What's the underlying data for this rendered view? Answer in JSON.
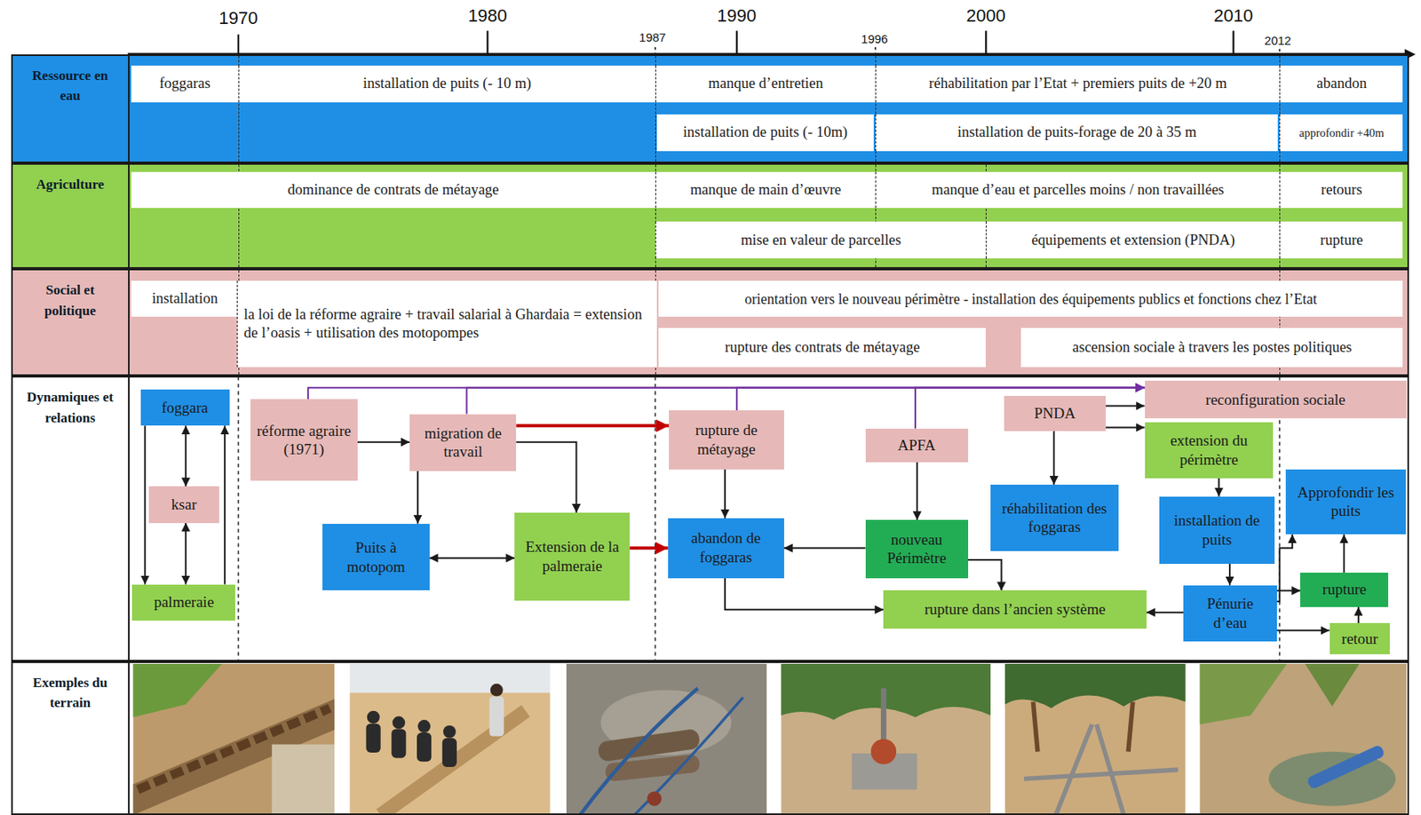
{
  "diagram": {
    "nodes": [
      {
        "text": [
          "Ressource en eau"
        ]
      },
      {
        "text": [
          "foggaras"
        ],
        "in": 0
      },
      {
        "text": [
          "installation de puits (- 10 m)"
        ],
        "in": 0
      },
      {
        "text": [
          "manque d’entretien"
        ],
        "in": 0
      },
      {
        "text": [
          "réhabilitation par l’Etat + premiers puits de +20 m"
        ],
        "in": 0
      },
      {
        "text": [
          "abandon"
        ],
        "in": 0
      },
      {
        "text": [
          "installation de puits (- 10m)"
        ],
        "in": 0
      },
      {
        "text": [
          "installation de puits-forage de 20 à 35 m"
        ],
        "in": 0
      },
      {
        "text": [
          "approfondir +40m"
        ],
        "in": 0
      },
      {
        "text": [
          "Agriculture"
        ]
      },
      {
        "text": [
          "dominance de contrats de métayage"
        ],
        "in": 9
      },
      {
        "text": [
          "manque de main d’œuvre"
        ],
        "in": 9
      },
      {
        "text": [
          "manque d’eau et parcelles moins / non travaillées"
        ],
        "in": 9
      },
      {
        "text": [
          "retours"
        ],
        "in": 9
      },
      {
        "text": [
          "mise en valeur de parcelles"
        ],
        "in": 9
      },
      {
        "text": [
          "équipements et extension (PNDA)"
        ],
        "in": 9
      },
      {
        "text": [
          "rupture"
        ],
        "in": 9
      },
      {
        "text": [
          "Social et politique"
        ]
      },
      {
        "text": [
          "installation"
        ],
        "in": 17
      },
      {
        "text": [
          "la loi de la réforme agraire + travail salarial à Ghardaia = extension de l’oasis + utilisation des motopompes"
        ],
        "in": 17
      },
      {
        "text": [
          "orientation vers le nouveau périmètre - installation des équipements publics et fonctions chez l’Etat"
        ],
        "in": 17
      },
      {
        "text": [
          "rupture des contrats de métayage"
        ],
        "in": 17
      },
      {
        "text": [
          "ascension sociale à travers les postes politiques"
        ],
        "in": 17
      },
      {
        "text": [
          "Dynamiques et relations"
        ]
      },
      {
        "text": [
          "foggara"
        ],
        "in": 23
      },
      {
        "text": [
          "ksar"
        ],
        "in": 23
      },
      {
        "text": [
          "palmeraie"
        ],
        "in": 23
      },
      {
        "text": [
          "réforme agraire (1971)"
        ],
        "in": 23
      },
      {
        "text": [
          "migration de travail"
        ],
        "in": 23
      },
      {
        "text": [
          "Puits à motopom"
        ],
        "in": 23
      },
      {
        "text": [
          "Extension de la palmeraie"
        ],
        "in": 23
      },
      {
        "text": [
          "rupture de métayage"
        ],
        "in": 23
      },
      {
        "text": [
          "abandon de foggaras"
        ],
        "in": 23
      },
      {
        "text": [
          "APFA"
        ],
        "in": 23
      },
      {
        "text": [
          "nouveau Périmètre"
        ],
        "in": 23
      },
      {
        "text": [
          "rupture dans l’ancien système"
        ],
        "in": 23
      },
      {
        "text": [
          "PNDA"
        ],
        "in": 23
      },
      {
        "text": [
          "réhabilitation des foggaras"
        ],
        "in": 23
      },
      {
        "text": [
          "reconfiguration sociale"
        ],
        "in": 23
      },
      {
        "text": [
          "extension du périmètre"
        ],
        "in": 23
      },
      {
        "text": [
          "installation de puits"
        ],
        "in": 23
      },
      {
        "text": [
          "Pénurie d’eau"
        ],
        "in": 23
      },
      {
        "text": [
          "Approfondir les puits"
        ],
        "in": 23
      },
      {
        "text": [
          "rupture"
        ],
        "in": 23
      },
      {
        "text": [
          "retour"
        ],
        "in": 23
      },
      {
        "text": [
          "Exemples du terrain"
        ]
      }
    ],
    "edges": [
      {
        "from": 24,
        "to": 25,
        "arrow": "both"
      },
      {
        "from": 25,
        "to": 26,
        "arrow": "both"
      },
      {
        "from": 24,
        "to": 26,
        "arrow": "to"
      },
      {
        "from": 26,
        "to": 24,
        "arrow": "to"
      },
      {
        "from": 27,
        "to": 28,
        "arrow": "to"
      },
      {
        "from": 28,
        "to": 29,
        "arrow": "to"
      },
      {
        "from": 28,
        "to": 30,
        "arrow": "to"
      },
      {
        "from": 29,
        "to": 30,
        "arrow": "both"
      },
      {
        "from": 28,
        "to": 31,
        "arrow": "to"
      },
      {
        "from": 30,
        "to": 32,
        "arrow": "to"
      },
      {
        "from": 31,
        "to": 32,
        "arrow": "to"
      },
      {
        "from": 33,
        "to": 34,
        "arrow": "to"
      },
      {
        "from": 34,
        "to": 32,
        "arrow": "to"
      },
      {
        "from": 32,
        "to": 35,
        "arrow": "to"
      },
      {
        "from": 34,
        "to": 35,
        "arrow": "to"
      },
      {
        "from": 36,
        "to": 37,
        "arrow": "to"
      },
      {
        "from": 36,
        "to": 38,
        "arrow": "to"
      },
      {
        "from": 36,
        "to": 39,
        "arrow": "to"
      },
      {
        "from": 39,
        "to": 40,
        "arrow": "to"
      },
      {
        "from": 40,
        "to": 41,
        "arrow": "to"
      },
      {
        "from": 41,
        "to": 35,
        "arrow": "to"
      },
      {
        "from": 41,
        "to": 43,
        "arrow": "to"
      },
      {
        "from": 41,
        "to": 44,
        "arrow": "to"
      },
      {
        "from": 44,
        "to": 43,
        "arrow": "to"
      },
      {
        "from": 43,
        "to": 42,
        "arrow": "to"
      },
      {
        "from": 41,
        "to": 42,
        "arrow": "to"
      },
      {
        "from": 27,
        "to": 38,
        "arrow": "to"
      },
      {
        "from": 28,
        "to": 38,
        "arrow": "to"
      },
      {
        "from": 31,
        "to": 38,
        "arrow": "to"
      },
      {
        "from": 33,
        "to": 38,
        "arrow": "to"
      }
    ],
    "labels": [
      "1970",
      "1980",
      "1987",
      "1990",
      "1996",
      "2000",
      "2010",
      "2012"
    ]
  }
}
